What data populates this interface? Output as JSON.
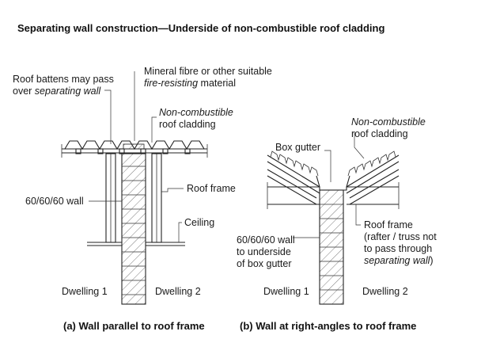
{
  "title": "Separating wall construction—Underside of non-combustible roof cladding",
  "diagram_a": {
    "label_battens_1": "Roof battens may pass",
    "label_battens_2_pre": "over ",
    "label_battens_2_it": "separating wall",
    "label_mineral_1": "Mineral fibre or other suitable",
    "label_mineral_2_it": "fire-resisting",
    "label_mineral_2_post": " material",
    "label_cladding_1": "Non-combustible",
    "label_cladding_2": "roof cladding",
    "label_wall": "60/60/60 wall",
    "label_roof_frame": "Roof frame",
    "label_ceiling": "Ceiling",
    "dwelling_1": "Dwelling 1",
    "dwelling_2": "Dwelling 2",
    "caption": "(a) Wall parallel to roof frame"
  },
  "diagram_b": {
    "label_cladding_1": "Non-combustible",
    "label_cladding_2": "roof cladding",
    "label_box_gutter": "Box gutter",
    "label_wall_1": "60/60/60 wall",
    "label_wall_2": "to underside",
    "label_wall_3": "of box gutter",
    "label_frame_1": "Roof frame",
    "label_frame_2": "(rafter / truss not",
    "label_frame_3": "to pass through",
    "label_frame_4_it": "separating wall",
    "label_frame_4_post": ")",
    "dwelling_1": "Dwelling 1",
    "dwelling_2": "Dwelling 2",
    "caption": "(b) Wall at right-angles to roof frame"
  }
}
